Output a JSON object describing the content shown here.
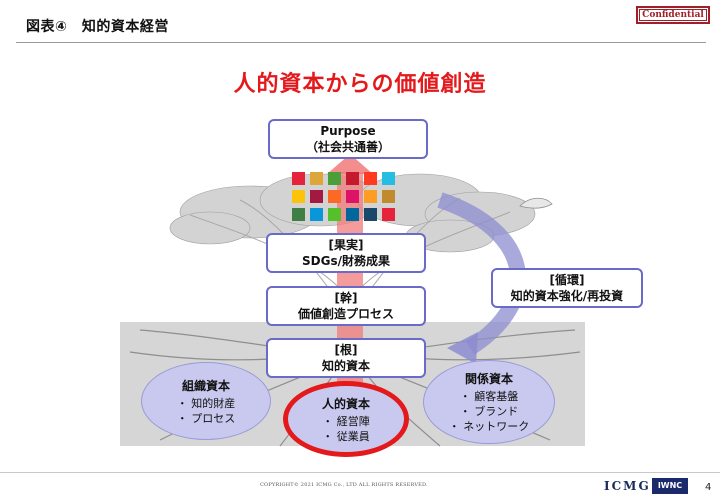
{
  "header": {
    "title": "図表④　知的資本経営",
    "confidential": "Confidential"
  },
  "diagram": {
    "title": "人的資本からの価値創造",
    "purpose": {
      "line1": "Purpose",
      "line2": "（社会共通善）"
    },
    "fruit": {
      "line1": "[果実]",
      "line2": "SDGs/財務成果"
    },
    "trunk": {
      "line1": "[幹]",
      "line2": "価値創造プロセス"
    },
    "root": {
      "line1": "[根]",
      "line2": "知的資本"
    },
    "cycle": {
      "line1": "[循環]",
      "line2": "知的資本強化/再投資"
    },
    "organizational": {
      "title": "組織資本",
      "items": [
        "・ 知的財産",
        "・ プロセス"
      ]
    },
    "human": {
      "title": "人的資本",
      "items": [
        "・ 経営陣",
        "・ 従業員"
      ]
    },
    "relational": {
      "title": "関係資本",
      "items": [
        "・ 顧客基盤",
        "・ ブランド",
        "・ ネットワーク"
      ]
    },
    "sdg_colors": [
      "#e5243b",
      "#dda63a",
      "#4c9f38",
      "#c5192d",
      "#ff3a21",
      "#26bde2",
      "#fcc30b",
      "#a21942",
      "#fd6925",
      "#dd1367",
      "#fd9d24",
      "#bf8b2e",
      "#3f7e44",
      "#0a97d9",
      "#56c02b",
      "#00689d",
      "#19486a",
      "#e5243b"
    ]
  },
  "footer": {
    "copyright": "COPYRIGHT© 2021 ICMG Co., LTD ALL RIGHTS RESERVED.",
    "logo1": "ICMG",
    "logo2": "IWNC",
    "page": "4"
  },
  "colors": {
    "accent_red": "#e3191b",
    "box_border": "#6a6ac8",
    "ellipse_fill": "#c9c9ef"
  }
}
